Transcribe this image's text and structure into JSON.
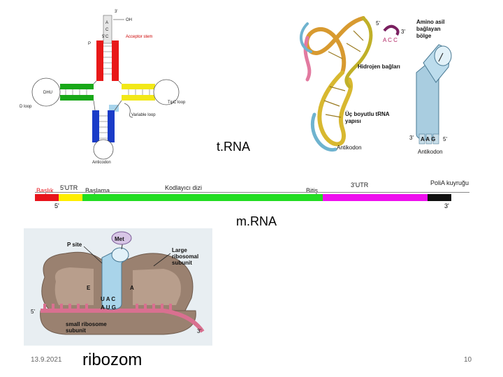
{
  "slide": {
    "date": "13.9.2021",
    "page_number": "10"
  },
  "trna": {
    "caption": "t.RNA",
    "left_labels": {
      "three_prime": "3'",
      "oh": "OH",
      "acceptor_stem": "Acceptor stem",
      "five_prime": "5'",
      "p": "P",
      "dhu": "DHU",
      "d_loop": "D loop",
      "tpsic_loop": "TψC loop",
      "variable_loop": "Variable loop",
      "anticodon": "Anticodon",
      "bases_top": [
        "A",
        "C",
        "C"
      ]
    },
    "right_labels": {
      "five_prime": "5'",
      "three_prime": "3'",
      "acc": "A C C",
      "amino_binding": "Amino asil bağlayan bölge",
      "hydrogen_bonds": "Hidrojen bağları",
      "structure": "Üç boyutlu tRNA yapısı",
      "anticodon": "Antikodon",
      "three_prime_b": "3'",
      "aag": "A A G",
      "five_prime_b": "5'",
      "anticodon_b": "Antikodon"
    }
  },
  "mrna": {
    "caption": "m.RNA",
    "labels": {
      "cap": "Başlık",
      "utr5": "5'UTR",
      "start": "Başlama",
      "coding": "Kodlayıcı dizi",
      "stop": "Bitiş",
      "utr3": "3'UTR",
      "polya": "PoliA kuyruğu",
      "five_prime": "5'",
      "three_prime": "3'"
    },
    "colors": {
      "cap": "#e8141c",
      "utr5": "#ffee00",
      "coding": "#22dd22",
      "utr3": "#ee10ee",
      "polya": "#111111"
    }
  },
  "ribosome": {
    "caption": "ribozom",
    "labels": {
      "met": "Met",
      "p_site": "P site",
      "large_subunit": "Large ribosomal subunit",
      "e": "E",
      "a": "A",
      "anticodon": "U A C",
      "codon": "A U G",
      "five_prime": "5'",
      "three_prime": "3'",
      "small_subunit": "small ribosome subunit"
    }
  }
}
